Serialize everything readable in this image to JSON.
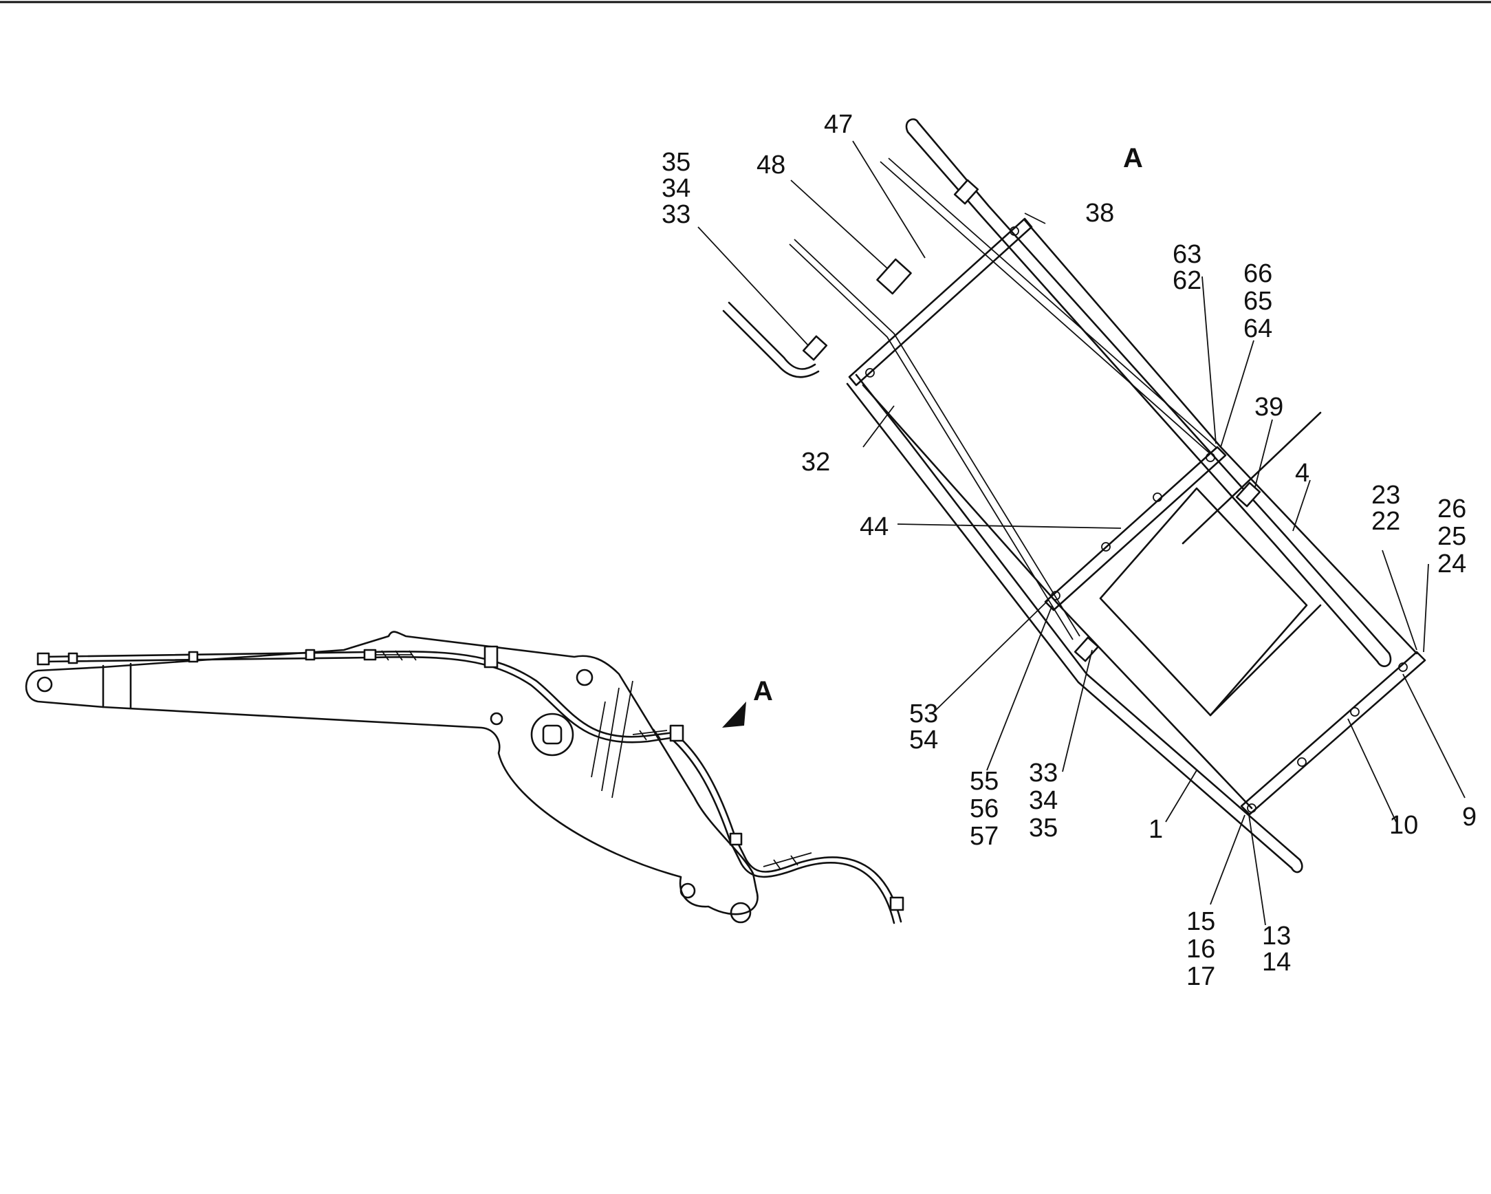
{
  "view_label": "A",
  "callouts": {
    "c35_34_33_top": [
      "35",
      "34",
      "33"
    ],
    "c48": [
      "48"
    ],
    "c47": [
      "47"
    ],
    "c38": [
      "38"
    ],
    "c63_62": [
      "63",
      "62"
    ],
    "c66_65_64": [
      "66",
      "65",
      "64"
    ],
    "c39": [
      "39"
    ],
    "c4": [
      "4"
    ],
    "c32": [
      "32"
    ],
    "c44": [
      "44"
    ],
    "c23_22": [
      "23",
      "22"
    ],
    "c26_25_24": [
      "26",
      "25",
      "24"
    ],
    "c53_54": [
      "53",
      "54"
    ],
    "c55_56_57": [
      "55",
      "56",
      "57"
    ],
    "c33_34_35_bottom": [
      "33",
      "34",
      "35"
    ],
    "c1": [
      "1"
    ],
    "c10": [
      "10"
    ],
    "c9": [
      "9"
    ],
    "c15_16_17": [
      "15",
      "16",
      "17"
    ],
    "c13_14": [
      "13",
      "14"
    ]
  }
}
